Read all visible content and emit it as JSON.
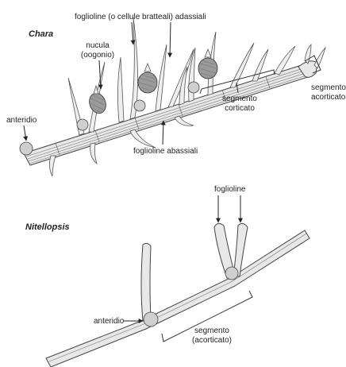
{
  "chara": {
    "title": "Chara",
    "labels": {
      "foglioline_adassiali": "foglioline (o cellule bratteali) adassiali",
      "nucula_line1": "nucula",
      "nucula_line2": "(oogonio)",
      "anteridio": "anteridio",
      "segmento_corticato_line1": "segmento",
      "segmento_corticato_line2": "corticato",
      "segmento_acorticato_line1": "segmento",
      "segmento_acorticato_line2": "acorticato",
      "foglioline_abassiali": "foglioline abassiali"
    }
  },
  "nitellopsis": {
    "title": "Nitellopsis",
    "labels": {
      "foglioline": "foglioline",
      "anteridio": "anteridio",
      "segmento_line1": "segmento",
      "segmento_line2": "(acorticato)"
    }
  }
}
